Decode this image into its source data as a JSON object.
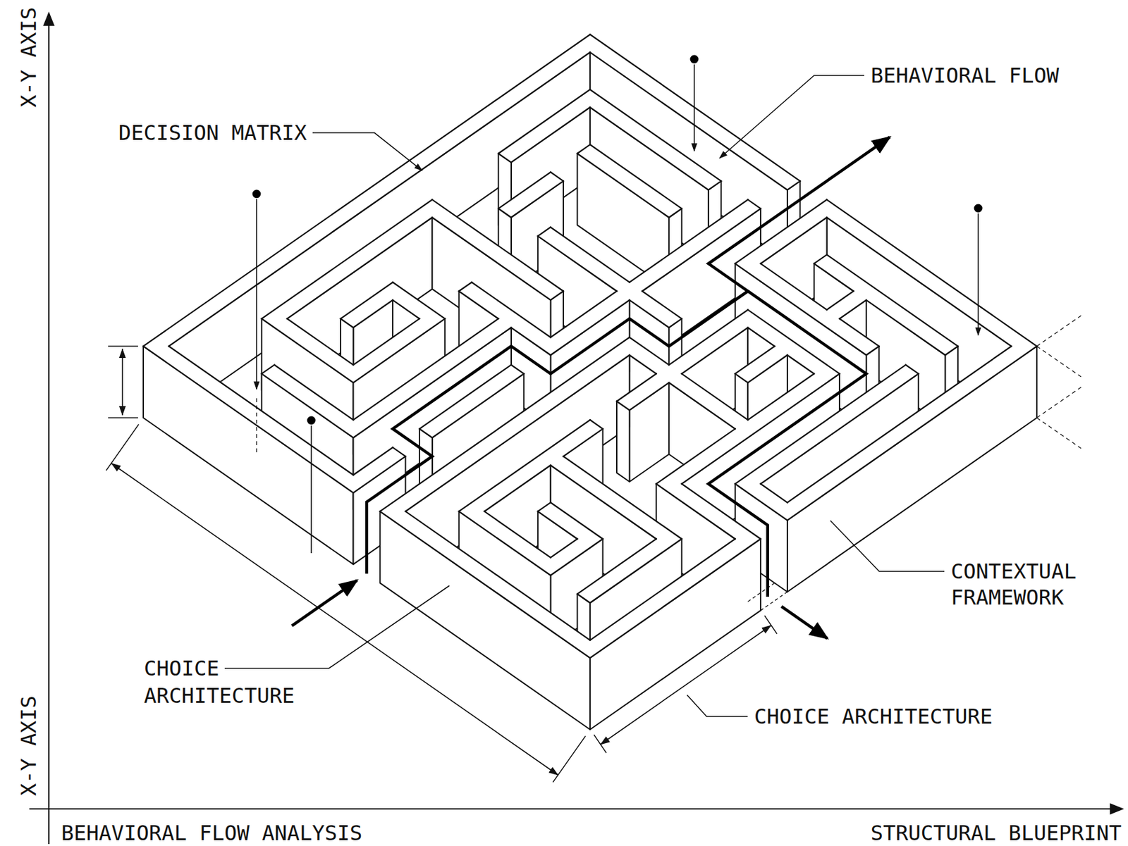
{
  "diagram": {
    "labels": [
      "X-Y AXIS",
      "DECISION MATRIX",
      "BEHAVIORAL FLOW",
      "CONTEXTUAL FRAMEWORK",
      "CHOICE ARCHITECTURE",
      "X-Y AXIS",
      "CHOICE ARCHITECTURE",
      "BEHAVIORAL FLOW ANALYSIS",
      "STRUCTURAL BLUEPRINT"
    ]
  }
}
